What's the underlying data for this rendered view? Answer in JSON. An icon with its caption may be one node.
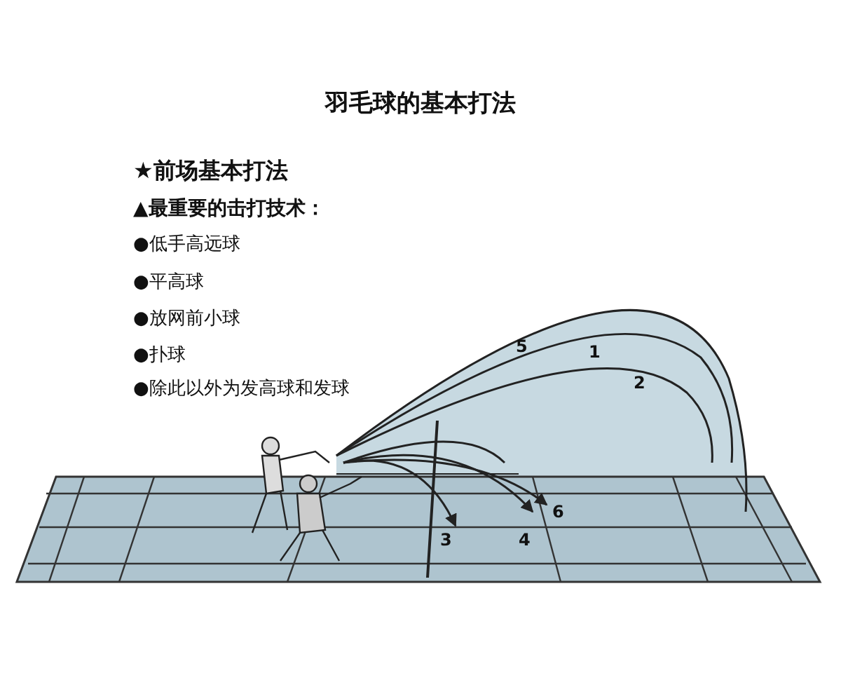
{
  "diagram": {
    "title": "羽毛球的基本打法",
    "labels": [
      "★前场基本打法",
      "▲最重要的击打技术：",
      "●低手高远球",
      "●平高球",
      "●放网前小球",
      "●扑球",
      "●除此以外为发高球和发球",
      "5",
      "1",
      "2",
      "6",
      "3",
      "4"
    ]
  }
}
